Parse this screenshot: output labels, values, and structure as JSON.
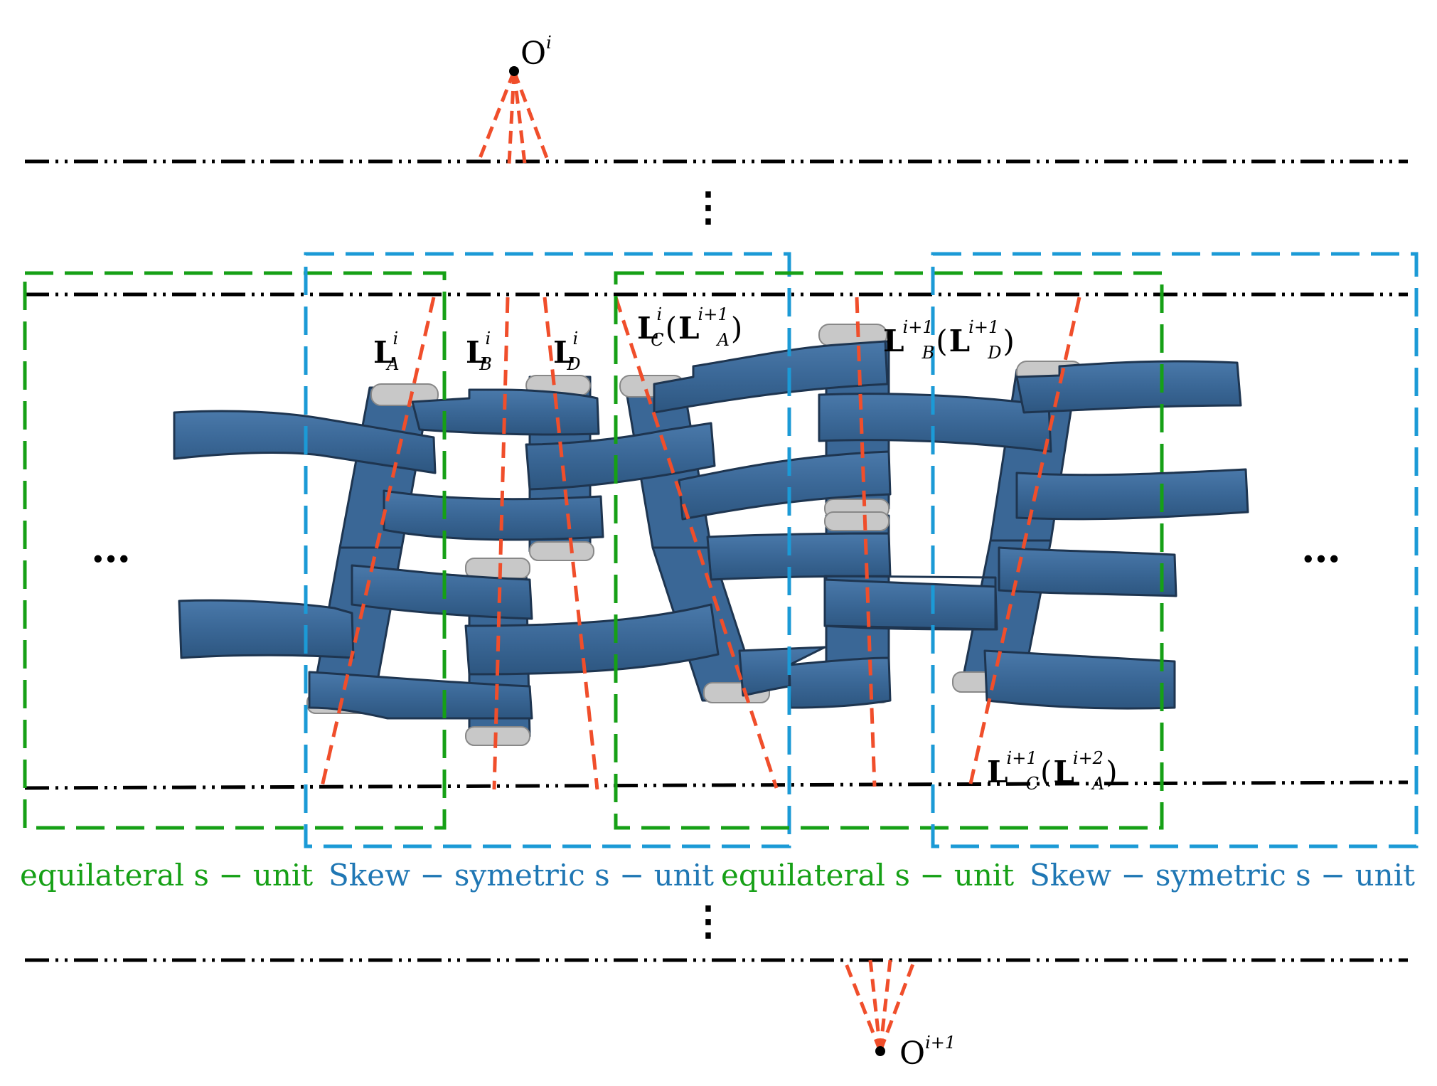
{
  "points": {
    "top": {
      "base": "O",
      "sup": "i"
    },
    "bottom": {
      "base": "O",
      "sup": "i+1"
    }
  },
  "links": {
    "la": {
      "base": "L",
      "sup": "i",
      "sub": "A"
    },
    "lb": {
      "base": "L",
      "sup": "i",
      "sub": "B"
    },
    "ld": {
      "base": "L",
      "sup": "i",
      "sub": "D"
    },
    "lc": {
      "base": "L",
      "sup": "i",
      "sub": "C",
      "paren_base": "L",
      "paren_sup": "i+1",
      "paren_sub": "A"
    },
    "lb1": {
      "base": "L",
      "sup": "i+1",
      "sub": "B",
      "paren_base": "L",
      "paren_sup": "i+1",
      "paren_sub": "D"
    },
    "lc1": {
      "base": "L",
      "sup": "i+1",
      "sub": "C",
      "paren_base": "L",
      "paren_sup": "i+2",
      "paren_sub": "A"
    }
  },
  "units": {
    "unit1": "equilateral s − unit",
    "unit2": "Skew − symetric s − unit",
    "unit3": "equilateral s − unit",
    "unit4": "Skew − symetric s − unit"
  },
  "ellipsis": {
    "left": "…",
    "right": "…",
    "top": "⋮",
    "bottom": "⋮"
  },
  "colors": {
    "link_fill": "#3a6796",
    "link_stroke": "#1e3550",
    "joint_cap": "#c8c8c8",
    "red_dash": "#f04e2b",
    "green_box": "#16a016",
    "blue_box": "#1b9ad6",
    "axis_line": "#000000"
  }
}
